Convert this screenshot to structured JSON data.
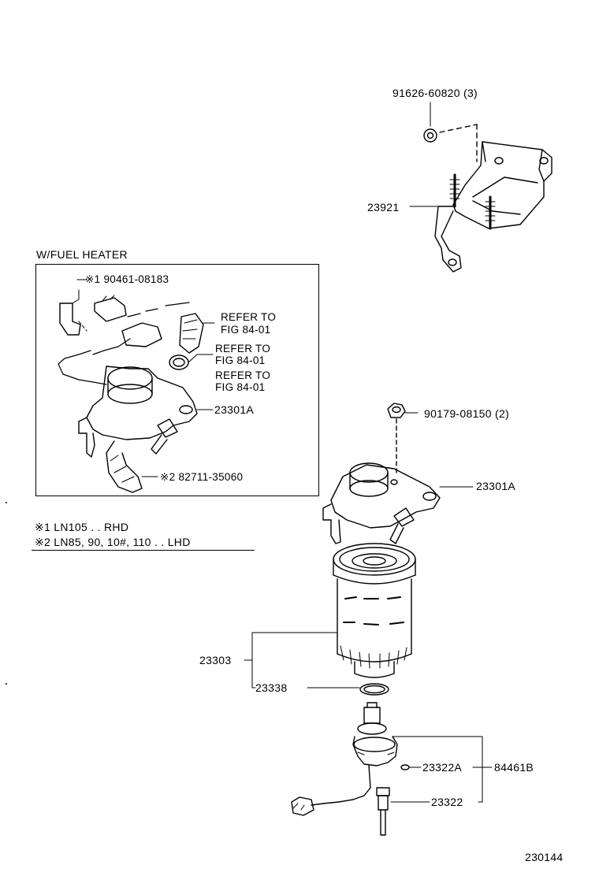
{
  "heater_box": {
    "title": "W/FUEL HEATER",
    "part_heater_bolt": "※1 90461-08183",
    "refer_1a": "REFER TO",
    "refer_1b": "FIG 84-01",
    "refer_2a": "REFER TO",
    "refer_2b": "FIG 84-01",
    "refer_3a": "REFER TO",
    "refer_3b": "FIG 84-01",
    "part_filter_head": "23301A",
    "part_wire": "※2 82711-35060"
  },
  "notes": {
    "note1": "※1  LN105 . . RHD",
    "note2": "※2  LN85, 90, 10#, 110 . . LHD"
  },
  "parts": {
    "bolt_top": "91626-60820 (3)",
    "bracket": "23921",
    "nut": "90179-08150 (2)",
    "filter_head": "23301A",
    "filter_element": "23303",
    "gasket": "23338",
    "sensor_o_ring": "23322A",
    "sensor_assy": "84461B",
    "sensor_switch": "23322"
  },
  "figure_number": "230144"
}
